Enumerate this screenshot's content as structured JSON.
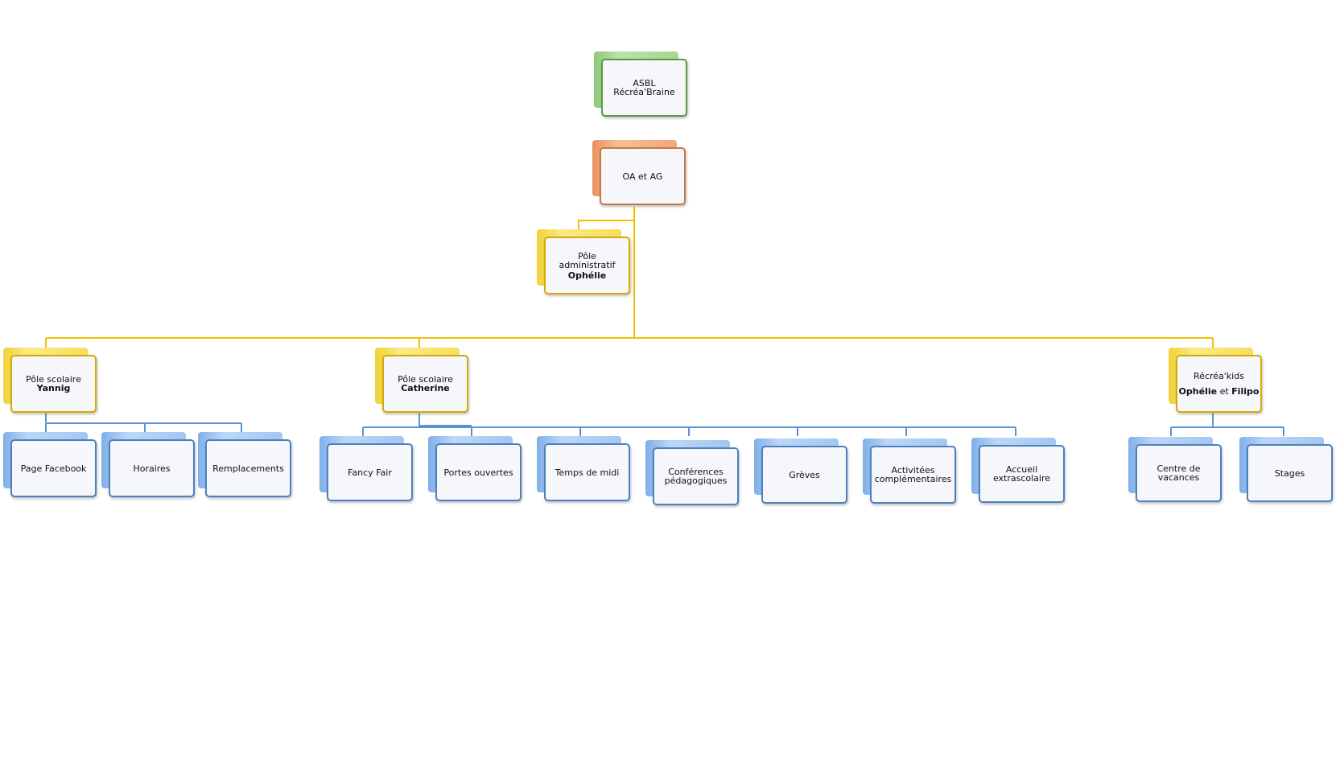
{
  "colors": {
    "yellow_line": "#f2c200",
    "blue_line": "#5b93d8"
  },
  "nodes": {
    "asbl": {
      "line1": "ASBL",
      "line2": "Récréa'Braine"
    },
    "oa_ag": {
      "line1": "OA et AG"
    },
    "pole_admin": {
      "line1": "Pôle",
      "line2": "administratif",
      "line3": "Ophélie"
    },
    "pole_yannig": {
      "line1": "Pôle scolaire",
      "line2": "Yannig"
    },
    "pole_catherine": {
      "line1": "Pôle scolaire",
      "line2": "Catherine"
    },
    "recreakids": {
      "line1": "Récréa'kids",
      "line2a": "Ophélie",
      "line2b": "et",
      "line2c": "Filipo"
    },
    "page_facebook": {
      "line1": "Page Facebook"
    },
    "horaires": {
      "line1": "Horaires"
    },
    "remplacements": {
      "line1": "Remplacements"
    },
    "fancy_fair": {
      "line1": "Fancy Fair"
    },
    "portes_ouvertes": {
      "line1": "Portes ouvertes"
    },
    "temps_de_midi": {
      "line1": "Temps de midi"
    },
    "conferences": {
      "line1": "Conférences",
      "line2": "pédagogiques"
    },
    "greves": {
      "line1": "Grèves"
    },
    "activitees": {
      "line1": "Activitées",
      "line2": "complémentaires"
    },
    "accueil": {
      "line1": "Accueil",
      "line2": "extrascolaire"
    },
    "centre_vacances": {
      "line1": "Centre de",
      "line2": "vacances"
    },
    "stages": {
      "line1": "Stages"
    }
  }
}
